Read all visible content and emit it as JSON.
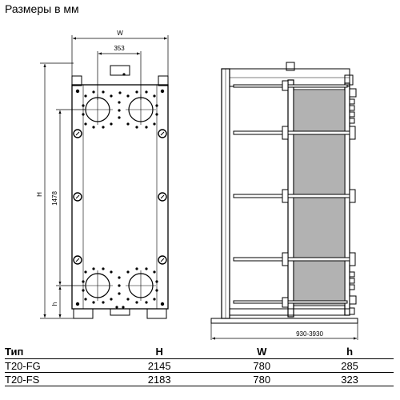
{
  "title": "Размеры в мм",
  "dimensions": {
    "width_label": "W",
    "port_distance": "353",
    "height_label": "H",
    "port_height": "1478",
    "bottom_label": "h",
    "length_range": "930-3930"
  },
  "table": {
    "headers": [
      "Тип",
      "H",
      "W",
      "h"
    ],
    "rows": [
      [
        "T20-FG",
        "2145",
        "780",
        "285"
      ],
      [
        "T20-FS",
        "2183",
        "780",
        "323"
      ]
    ]
  }
}
